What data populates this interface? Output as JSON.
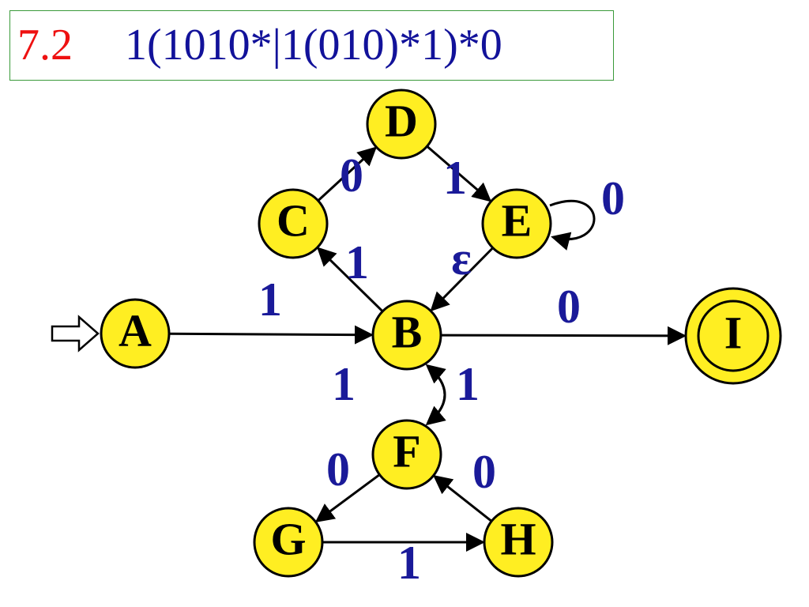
{
  "header": {
    "number": "7.2",
    "expression": "1(1010*|1(010)*1)*0"
  },
  "colors": {
    "number": "#ee1111",
    "expression": "#12129a",
    "state_fill": "#ffee22",
    "state_stroke": "#000000",
    "edge_label": "#1a1a99",
    "title_border": "#3a9a3a"
  },
  "states": [
    {
      "id": "A",
      "label": "A",
      "start": true,
      "accepting": false
    },
    {
      "id": "B",
      "label": "B",
      "start": false,
      "accepting": false
    },
    {
      "id": "C",
      "label": "C",
      "start": false,
      "accepting": false
    },
    {
      "id": "D",
      "label": "D",
      "start": false,
      "accepting": false
    },
    {
      "id": "E",
      "label": "E",
      "start": false,
      "accepting": false
    },
    {
      "id": "F",
      "label": "F",
      "start": false,
      "accepting": false
    },
    {
      "id": "G",
      "label": "G",
      "start": false,
      "accepting": false
    },
    {
      "id": "H",
      "label": "H",
      "start": false,
      "accepting": false
    },
    {
      "id": "I",
      "label": "I",
      "start": false,
      "accepting": true
    }
  ],
  "transitions": [
    {
      "from": "A",
      "to": "B",
      "label": "1"
    },
    {
      "from": "B",
      "to": "C",
      "label": "1"
    },
    {
      "from": "C",
      "to": "D",
      "label": "0"
    },
    {
      "from": "D",
      "to": "E",
      "label": "1"
    },
    {
      "from": "E",
      "to": "E",
      "label": "0"
    },
    {
      "from": "E",
      "to": "B",
      "label": "ε"
    },
    {
      "from": "B",
      "to": "I",
      "label": "0"
    },
    {
      "from": "B",
      "to": "F",
      "label": "1"
    },
    {
      "from": "F",
      "to": "B",
      "label": "1"
    },
    {
      "from": "F",
      "to": "G",
      "label": "0"
    },
    {
      "from": "G",
      "to": "H",
      "label": "1"
    },
    {
      "from": "H",
      "to": "F",
      "label": "0"
    }
  ]
}
